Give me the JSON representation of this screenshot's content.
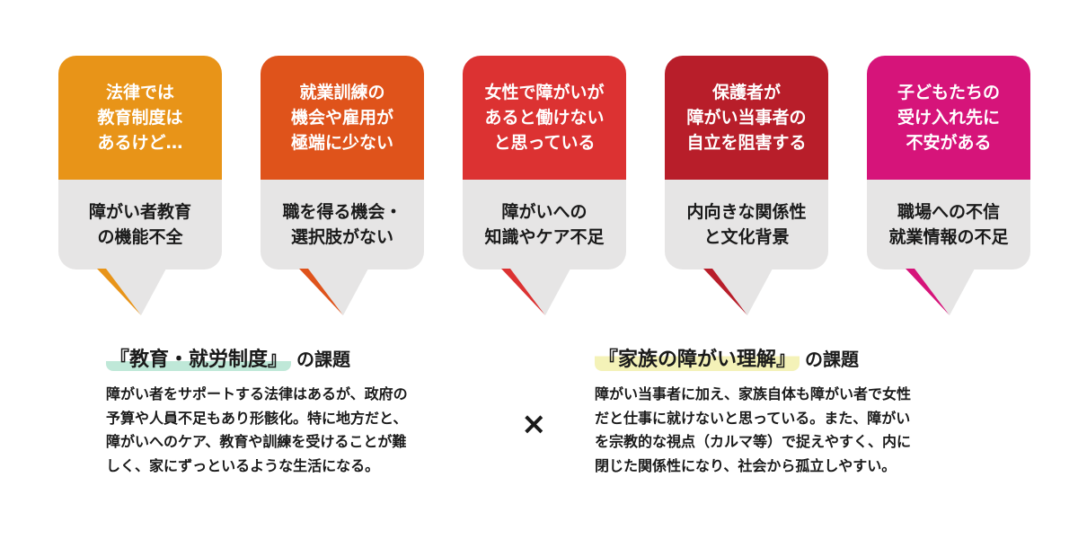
{
  "cards": [
    {
      "top": "法律では\n教育制度は\nあるけど…",
      "bottom": "障がい者教育\nの機能不全",
      "color": "#e89418"
    },
    {
      "top": "就業訓練の\n機会や雇用が\n極端に少ない",
      "bottom": "職を得る機会・\n選択肢がない",
      "color": "#df531b"
    },
    {
      "top": "女性で障がいが\nあると働けない\nと思っている",
      "bottom": "障がいへの\n知識やケア不足",
      "color": "#dc3232"
    },
    {
      "top": "保護者が\n障がい当事者の\n自立を阻害する",
      "bottom": "内向きな関係性\nと文化背景",
      "color": "#b81e2a"
    },
    {
      "top": "子どもたちの\n受け入れ先に\n不安がある",
      "bottom": "職場への不信\n就業情報の不足",
      "color": "#d6147a"
    }
  ],
  "left": {
    "title": "『教育・就労制度』",
    "suffix": "の課題",
    "highlight": "#bfe8d8",
    "text": "障がい者をサポートする法律はあるが、政府の\n予算や人員不足もあり形骸化。特に地方だと、\n障がいへのケア、教育や訓練を受けることが難\nしく、家にずっといるような生活になる。"
  },
  "times": "×",
  "right": {
    "title": "『家族の障がい理解』",
    "suffix": "の課題",
    "highlight": "#f4f2b8",
    "text": "障がい当事者に加え、家族自体も障がい者で女性\nだと仕事に就けないと思っている。また、障がい\nを宗教的な視点（カルマ等）で捉えやすく、内に\n閉じた関係性になり、社会から孤立しやすい。"
  }
}
